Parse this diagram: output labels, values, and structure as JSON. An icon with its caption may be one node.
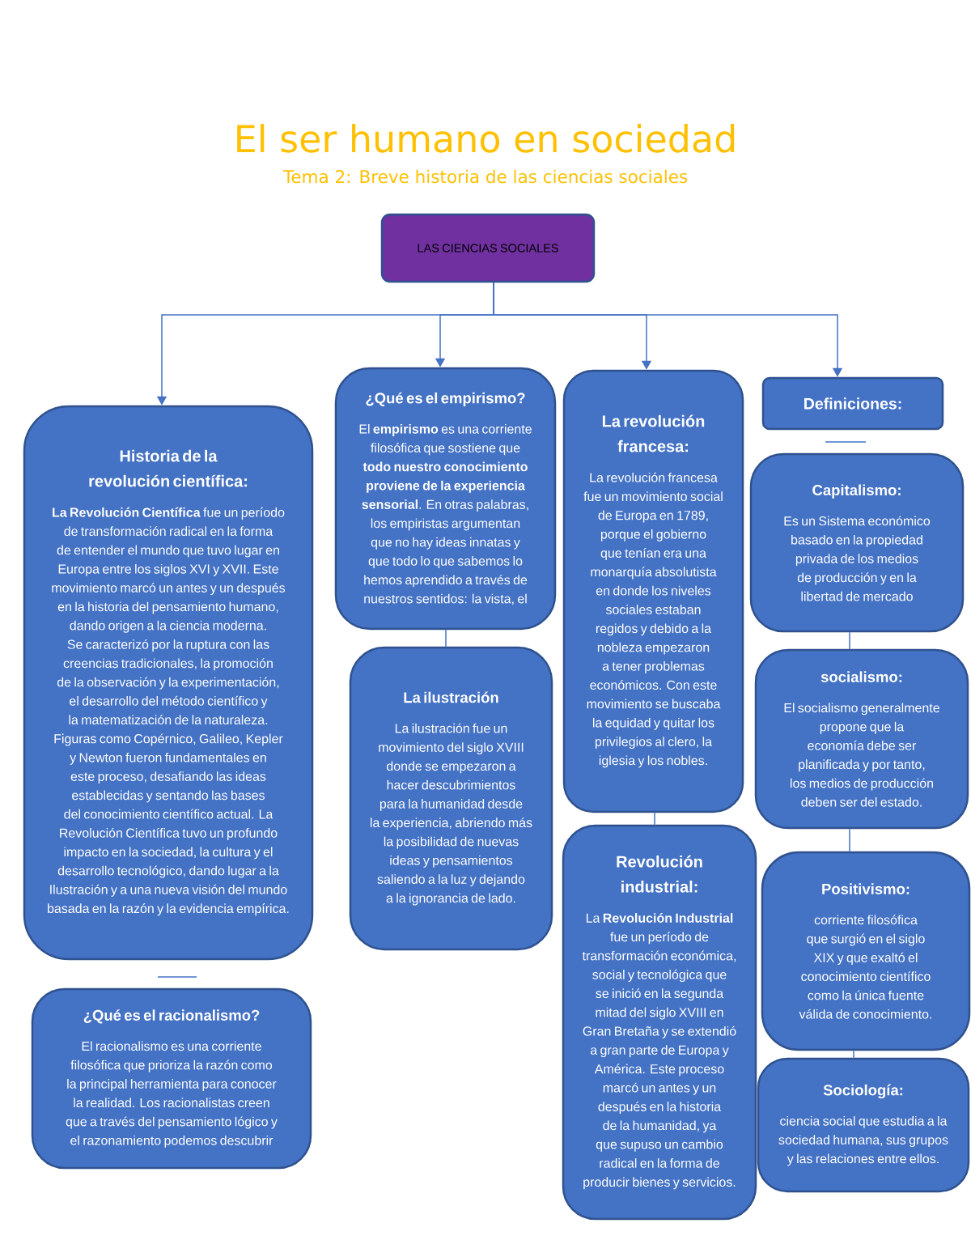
{
  "diagram": {
    "title": "El ser humano en sociedad",
    "nodes": [
      {
        "text": [
          "LAS CIENCIAS SOCIALES"
        ]
      },
      {
        "text": [
          "Historia de la revolución científica:",
          "**La Revolución Científica** fue un período de transformación radical en la forma de entender el mundo que tuvo lugar en Europa entre los siglos XVI y XVII. Este movimiento marcó un antes y un después en la historia del pensamiento humano, dando origen a la ciencia moderna. Se caracterizó por la ruptura con las creencias tradicionales, la promoción de la observación y la experimentación, el desarrollo del método científico y la matematización de la naturaleza. Figuras como Copérnico, Galileo, Kepler y Newton fueron fundamentales en este proceso, desafiando las ideas establecidas y sentando las bases del conocimiento científico actual. La Revolución Científica tuvo un profundo impacto en la sociedad, la cultura y el desarrollo tecnológico, dando lugar a la Ilustración y a una nueva visión del mundo basada en la razón y la evidencia empírica."
        ]
      },
      {
        "text": [
          "¿Qué es el racionalismo?",
          "El racionalismo es una corriente filosófica que prioriza la razón como la principal herramienta para conocer la realidad. Los racionalistas creen que a través del pensamiento lógico y el razonamiento podemos descubrir"
        ]
      },
      {
        "text": [
          "¿Qué es el empirismo?",
          "El **empirismo** es una corriente filosófica que sostiene que **todo nuestro conocimiento proviene de la experiencia sensorial**. En otras palabras, los empiristas argumentan que no hay ideas innatas y que todo lo que sabemos lo hemos aprendido a través de nuestros sentidos: la vista, el"
        ]
      },
      {
        "text": [
          "La ilustración",
          "La ilustración fue un movimiento del siglo XVIII donde se empezaron a hacer descubrimientos para la humanidad desde la experiencia, abriendo más la posibilidad de nuevas ideas y pensamientos saliendo a la luz y dejando a la ignorancia de lado."
        ]
      },
      {
        "text": [
          "La revolución francesa:",
          "La revolución francesa fue un movimiento social de Europa en 1789, porque el gobierno que tenían era una monarquía absolutista en donde los niveles sociales estaban regidos y debido a la nobleza empezaron a tener problemas económicos. Con este movimiento se buscaba la equidad y quitar los privilegios al clero, la iglesia y los nobles."
        ]
      },
      {
        "text": [
          "Revolución industrial:",
          "La **Revolución Industrial** fue un período de transformación económica, social y tecnológica que se inició en la segunda mitad del siglo XVIII en Gran Bretaña y se extendió a gran parte de Europa y América. Este proceso marcó un antes y un después en la historia de la humanidad, ya que supuso un cambio radical en la forma de producir bienes y servicios."
        ]
      },
      {
        "text": [
          "Definiciones:"
        ]
      },
      {
        "text": [
          "Capitalismo:",
          "Es un Sistema económico basado en la propiedad privada de los medios de producción y en la libertad de mercado"
        ]
      },
      {
        "text": [
          "socialismo:",
          "El socialismo generalmente propone que la economía debe ser planificada y por tanto, los medios de producción deben ser del estado."
        ]
      },
      {
        "text": [
          "Positivismo:",
          "corriente filosófica que surgió en el siglo XIX y que exaltó el conocimiento científico como la única fuente válida de conocimiento."
        ]
      },
      {
        "text": [
          "Sociología:",
          "ciencia social que estudia a la sociedad humana, sus grupos y las relaciones entre ellos."
        ]
      }
    ],
    "edges": [
      {
        "from": 0,
        "to": 1,
        "arrow": "to"
      },
      {
        "from": 0,
        "to": 3,
        "arrow": "to"
      },
      {
        "from": 0,
        "to": 5,
        "arrow": "to"
      },
      {
        "from": 0,
        "to": 7,
        "arrow": "to"
      },
      {
        "from": 3,
        "to": 4,
        "arrow": "none"
      },
      {
        "from": 5,
        "to": 6,
        "arrow": "none"
      },
      {
        "from": 8,
        "to": 9,
        "arrow": "none"
      },
      {
        "from": 9,
        "to": 10,
        "arrow": "none"
      },
      {
        "from": 10,
        "to": 11,
        "arrow": "none"
      }
    ],
    "labels": [
      "Tema 2: Breve historia de las ciencias sociales"
    ]
  }
}
